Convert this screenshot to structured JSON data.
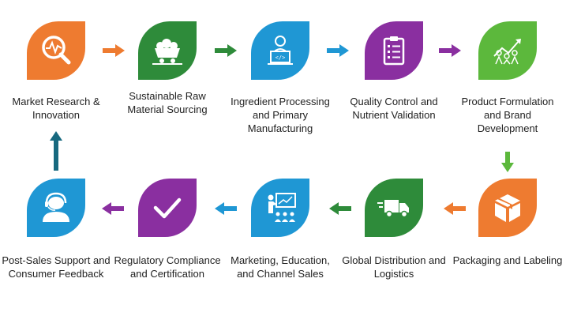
{
  "steps": [
    {
      "label": "Market Research & Innovation",
      "color": "#ee7b30",
      "icon": "magnifier-chart-icon"
    },
    {
      "label": "Sustainable Raw Material Sourcing",
      "color": "#2e8b3a",
      "icon": "mine-cart-icon"
    },
    {
      "label": "Ingredient Processing and Primary Manufacturing",
      "color": "#1f97d4",
      "icon": "developer-laptop-icon"
    },
    {
      "label": "Quality Control and Nutrient Validation",
      "color": "#8a2fa0",
      "icon": "clipboard-checklist-icon"
    },
    {
      "label": "Product Formulation and Brand Development",
      "color": "#5cb83c",
      "icon": "team-growth-icon"
    },
    {
      "label": "Packaging and Labeling",
      "color": "#ee7b30",
      "icon": "package-box-icon"
    },
    {
      "label": "Global Distribution and Logistics",
      "color": "#2e8b3a",
      "icon": "delivery-truck-icon"
    },
    {
      "label": "Marketing, Education, and Channel Sales",
      "color": "#1f97d4",
      "icon": "presentation-audience-icon"
    },
    {
      "label": "Regulatory Compliance and Certification",
      "color": "#8a2fa0",
      "icon": "checkmark-icon"
    },
    {
      "label": "Post-Sales Support and Consumer Feedback",
      "color": "#1f97d4",
      "icon": "customer-support-icon"
    }
  ]
}
